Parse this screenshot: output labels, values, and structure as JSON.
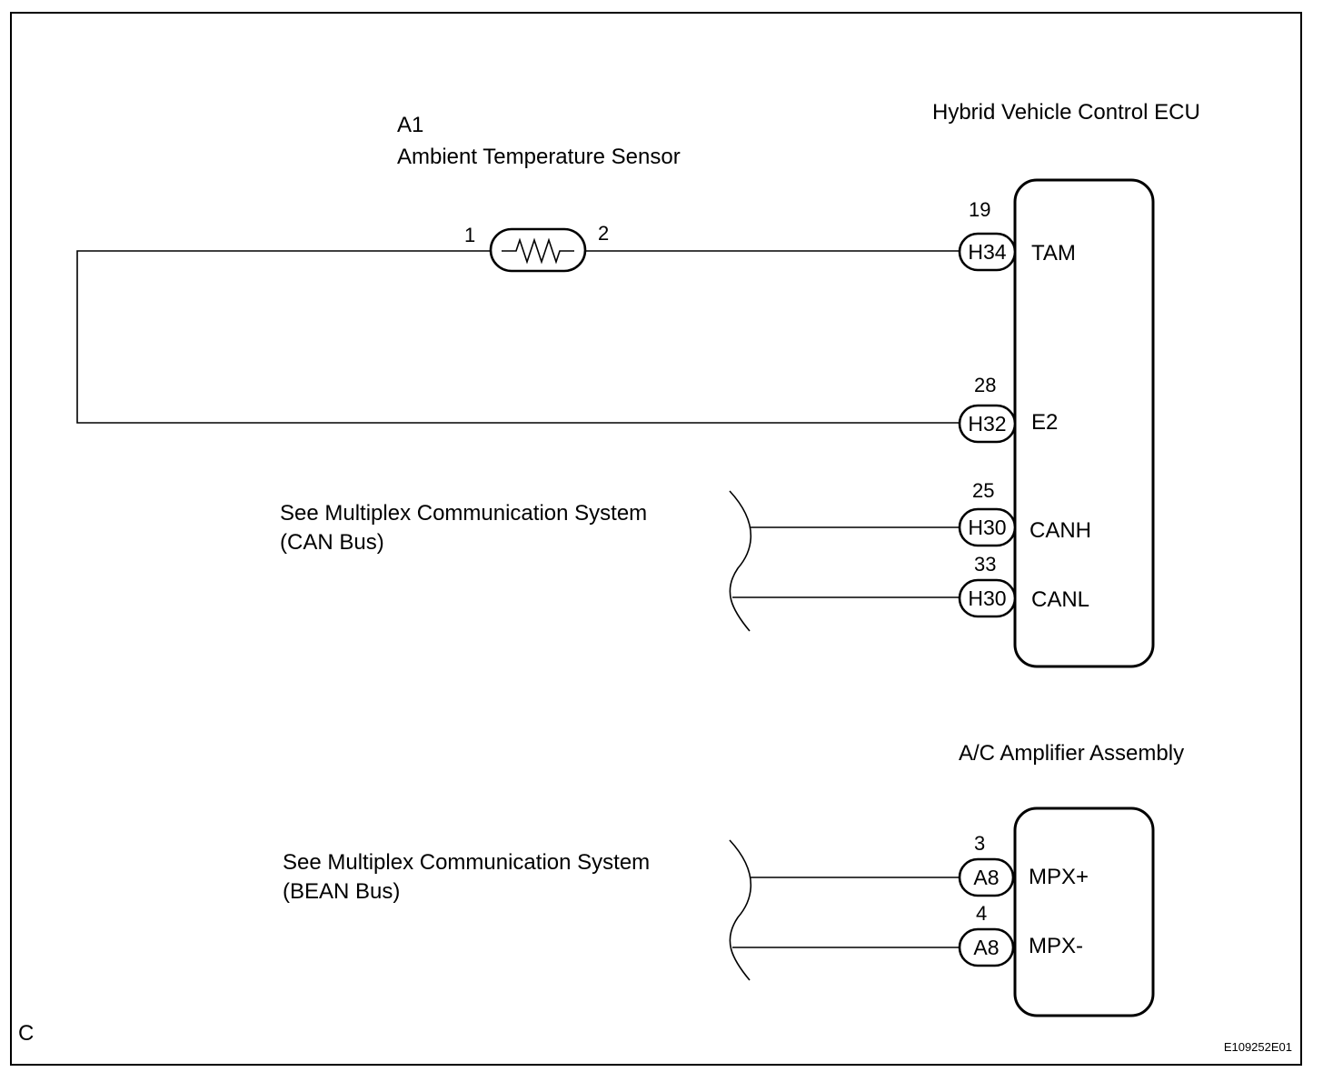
{
  "sensor": {
    "code": "A1",
    "name": "Ambient Temperature Sensor",
    "pin1": "1",
    "pin2": "2"
  },
  "ecu": {
    "title": "Hybrid Vehicle Control ECU",
    "terminals": [
      {
        "pin": "19",
        "connector": "H34",
        "signal": "TAM"
      },
      {
        "pin": "28",
        "connector": "H32",
        "signal": "E2"
      },
      {
        "pin": "25",
        "connector": "H30",
        "signal": "CANH"
      },
      {
        "pin": "33",
        "connector": "H30",
        "signal": "CANL"
      }
    ]
  },
  "amp": {
    "title": "A/C Amplifier Assembly",
    "terminals": [
      {
        "pin": "3",
        "connector": "A8",
        "signal": "MPX+"
      },
      {
        "pin": "4",
        "connector": "A8",
        "signal": "MPX-"
      }
    ]
  },
  "refs": {
    "can_line1": "See Multiplex Communication System",
    "can_line2": "(CAN Bus)",
    "bean_line1": "See Multiplex Communication System",
    "bean_line2": "(BEAN Bus)"
  },
  "footer": {
    "corner_letter": "C",
    "figure_id": "E109252E01"
  }
}
